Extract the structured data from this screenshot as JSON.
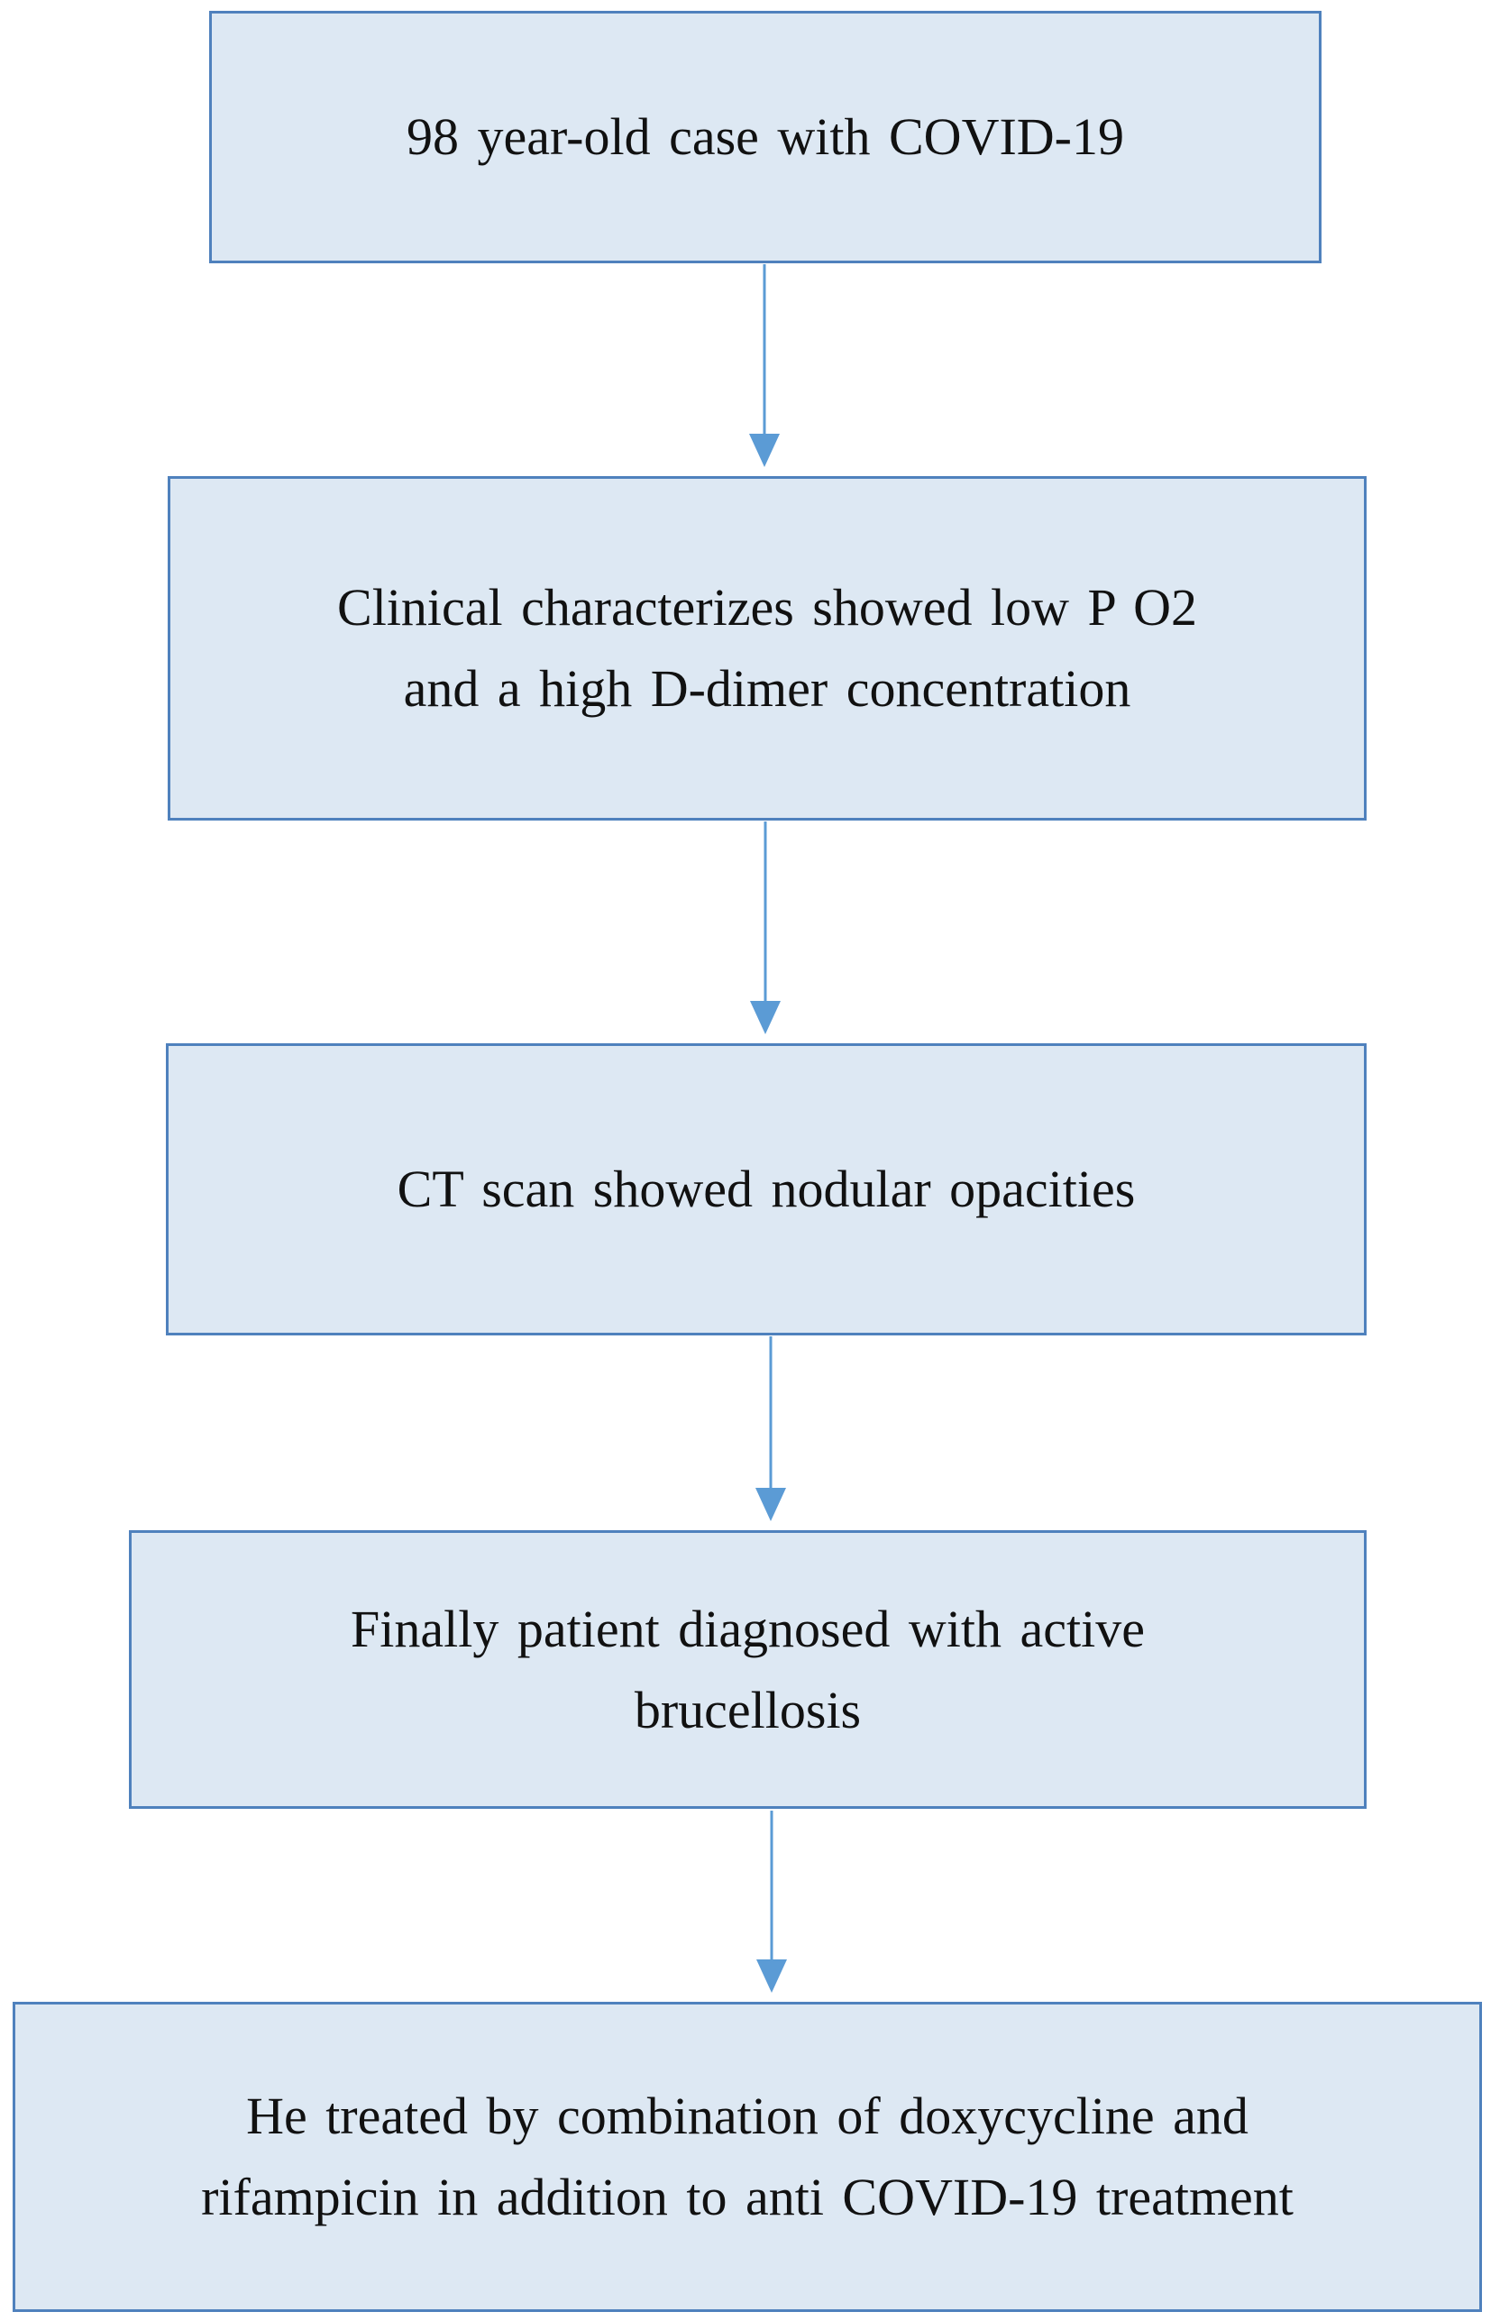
{
  "colors": {
    "box_fill": "#dde8f3",
    "box_border": "#4f81bd",
    "arrow": "#5b9bd5"
  },
  "flowchart": {
    "steps": [
      {
        "lines": [
          "98 year-old case with COVID-19"
        ]
      },
      {
        "lines": [
          "Clinical characterizes showed low P O2",
          "and a high D-dimer concentration"
        ]
      },
      {
        "lines": [
          "CT scan showed nodular opacities"
        ]
      },
      {
        "lines": [
          "Finally patient diagnosed with active",
          "brucellosis"
        ]
      },
      {
        "lines": [
          "He treated by combination of doxycycline and",
          "rifampicin in addition to anti COVID-19 treatment"
        ]
      }
    ]
  }
}
